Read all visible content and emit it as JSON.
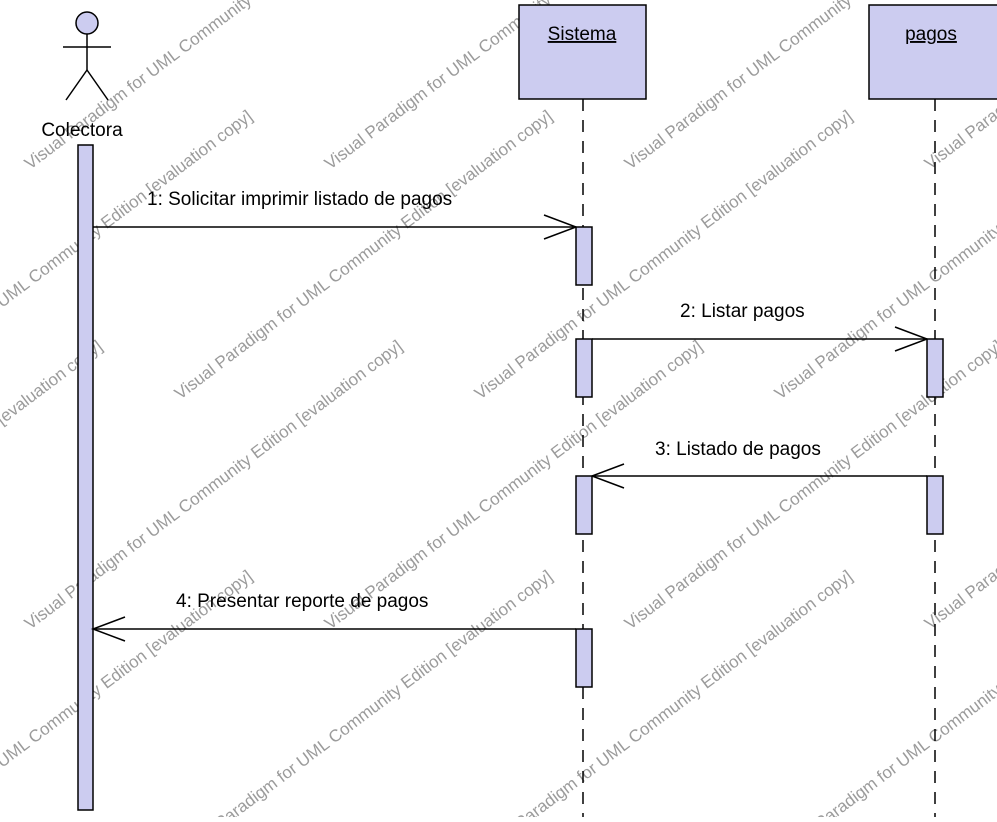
{
  "actor": {
    "name": "Colectora"
  },
  "lifelines": [
    {
      "id": "sistema",
      "name": "Sistema"
    },
    {
      "id": "pagos",
      "name": "pagos"
    }
  ],
  "messages": [
    {
      "id": "m1",
      "label": "1: Solicitar imprimir listado de pagos",
      "from": "colectora",
      "to": "sistema",
      "kind": "call"
    },
    {
      "id": "m2",
      "label": "2: Listar pagos",
      "from": "sistema",
      "to": "pagos",
      "kind": "call"
    },
    {
      "id": "m3",
      "label": "3: Listado de pagos",
      "from": "pagos",
      "to": "sistema",
      "kind": "return"
    },
    {
      "id": "m4",
      "label": "4: Presentar reporte de pagos",
      "from": "sistema",
      "to": "colectora",
      "kind": "return"
    }
  ],
  "watermark": {
    "lines": [
      "Visual Paradigm for UML Community Edition [evaluation copy]"
    ]
  },
  "colors": {
    "box_fill": "#ccccf0",
    "box_stroke": "#000000",
    "watermark": "#8a8a8a",
    "background": "#ffffff"
  }
}
